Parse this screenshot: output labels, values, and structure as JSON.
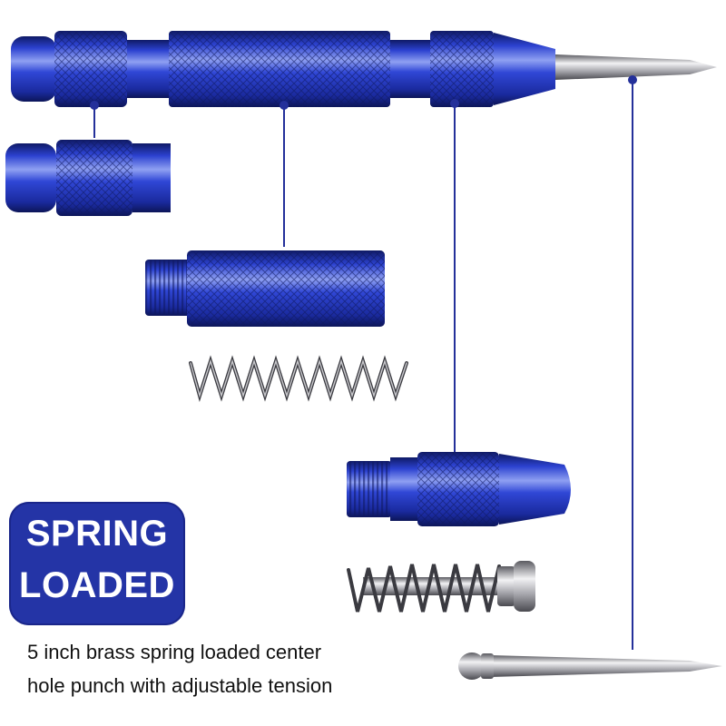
{
  "badge": {
    "line1": "SPRING",
    "line2": "LOADED",
    "color": "#2434a6"
  },
  "description": {
    "line1": "5 inch brass spring loaded center",
    "line2": "hole punch with adjustable tension"
  },
  "colors": {
    "anodized_blue": "#2b3fc8",
    "anodized_dark": "#142079",
    "leader_line": "#24309a",
    "steel": "#9a9aa0"
  },
  "icons": [
    "assembled-center-punch",
    "end-cap-part",
    "knurled-body-part",
    "main-spring-part",
    "knurled-nose-part",
    "inner-spring-assembly-part",
    "punch-tip-pin-part"
  ]
}
